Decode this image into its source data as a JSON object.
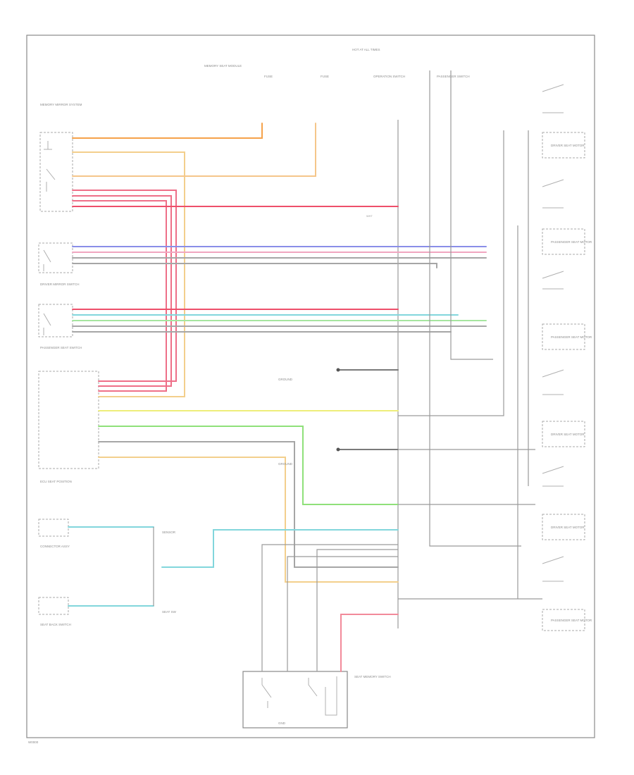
{
  "diagram": {
    "footer_code": "W0000",
    "colors": {
      "orange": "#f5a24a",
      "tan": "#f3cf8c",
      "pink": "#f2a6b8",
      "red": "#ee4f6a",
      "blue": "#8a8ee8",
      "cyan": "#82d6dc",
      "green": "#8fe07a",
      "yellow": "#eeee7a",
      "gray": "#a6a6a6"
    },
    "labels": {
      "top_a": "MEMORY SEAT MODULE",
      "top_b": "HOT AT ALL TIMES",
      "top_c": "FUSE",
      "top_d": "FUSE",
      "top_e": "OPERATION SWITCH",
      "top_f": "PASSENGER SWITCH",
      "left_1": "MEMORY MIRROR SYSTEM",
      "left_2": "DRIVER MIRROR SWITCH",
      "left_3": "PASSENGER SEAT SWITCH",
      "left_4": "ECU SEAT POSITION",
      "left_5": "CONNECTOR ASSY",
      "left_6": "SEAT BACK SWITCH",
      "mid_1": "GROUND",
      "mid_2": "GROUND",
      "sensor": "SENSOR",
      "sub_1": "SEAT SW",
      "bottom": "SEAT MEMORY SWITCH",
      "bottom_gnd": "GND",
      "right_1": "DRIVER SEAT MOTOR",
      "right_2": "PASSENGER SEAT MOTOR",
      "right_3": "PASSENGER SEAT MOTOR",
      "right_4": "DRIVER SEAT MOTOR",
      "right_5": "DRIVER SEAT MOTOR",
      "right_6": "PASSENGER SEAT MOTOR",
      "wire_code": "WHT"
    }
  }
}
